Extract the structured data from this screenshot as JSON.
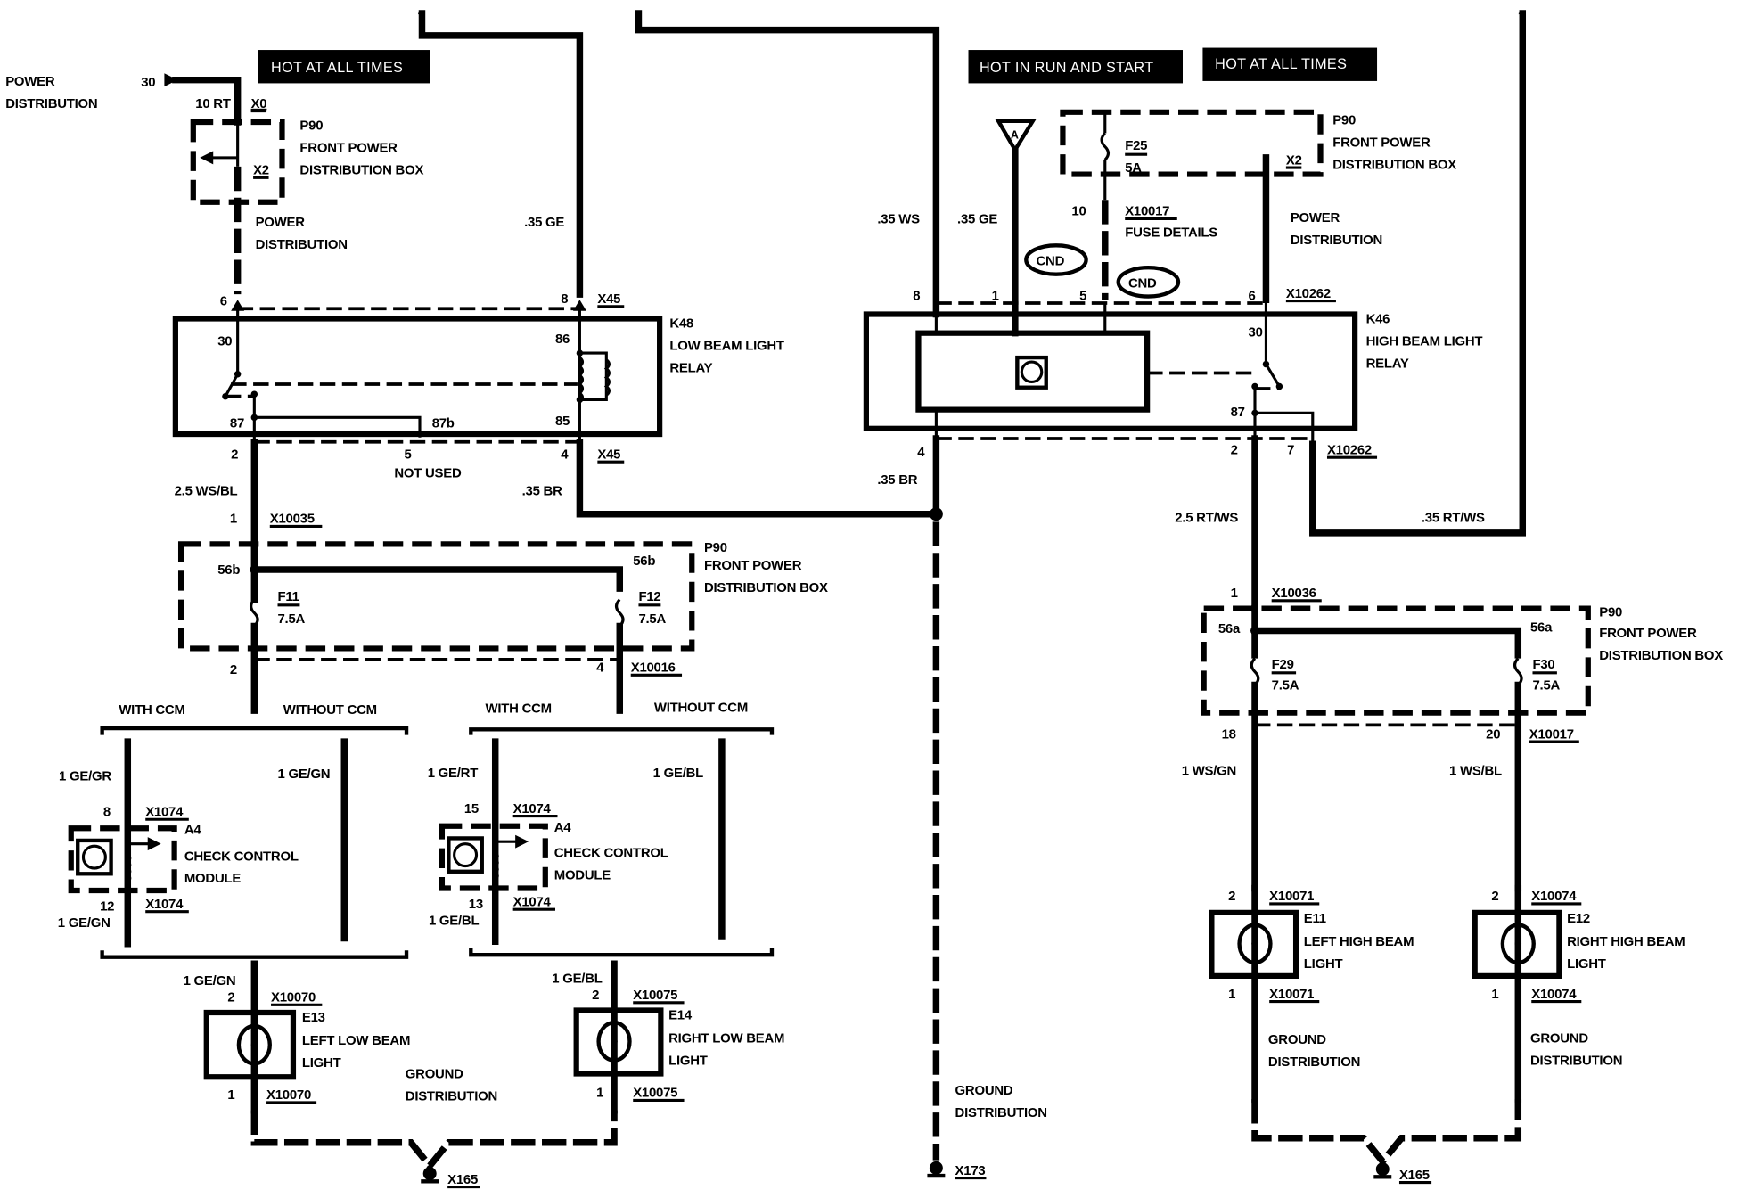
{
  "banners": {
    "left_hot": "HOT AT ALL TIMES",
    "run_start": "HOT IN RUN AND START",
    "right_hot": "HOT AT ALL TIMES"
  },
  "power_in": {
    "label_line1": "POWER",
    "label_line2": "DISTRIBUTION",
    "terminal": "30",
    "wire": "10 RT",
    "connector": "X0"
  },
  "p90_top_left": {
    "id": "P90",
    "line1": "FRONT POWER",
    "line2": "DISTRIBUTION BOX",
    "connector": "X2",
    "below_line1": "POWER",
    "below_line2": "DISTRIBUTION"
  },
  "k48": {
    "id": "K48",
    "line1": "LOW BEAM LIGHT",
    "line2": "RELAY",
    "pin_top_left": "6",
    "pin_top_right": "8",
    "conn_top": "X45",
    "t30": "30",
    "t86": "86",
    "t87": "87",
    "t87b": "87b",
    "t85": "85",
    "pin_bot_left": "2",
    "pin_bot_mid": "5",
    "not_used": "NOT USED",
    "pin_bot_right": "4",
    "conn_bot": "X45",
    "wire_in": ".35 GE",
    "wire_out": ".35 BR"
  },
  "low_feed": {
    "wire": "2.5 WS/BL",
    "pin": "1",
    "connector": "X10035"
  },
  "p90_low": {
    "id": "P90",
    "line1": "FRONT POWER",
    "line2": "DISTRIBUTION BOX",
    "t_left": "56b",
    "t_right": "56b",
    "f_left": "F11",
    "f_left_amp": "7.5A",
    "f_right": "F12",
    "f_right_amp": "7.5A",
    "pin_left": "2",
    "pin_right": "4",
    "connector": "X10016"
  },
  "ccm_left": {
    "with": "WITH CCM",
    "without": "WITHOUT CCM",
    "wire_with": "1 GE/GR",
    "wire_without": "1 GE/GN",
    "pin_in": "8",
    "conn_in": "X1074",
    "id": "A4",
    "line1": "CHECK CONTROL",
    "line2": "MODULE",
    "pin_out": "12",
    "conn_out": "X1074",
    "wire_out": "1 GE/GN"
  },
  "ccm_right": {
    "with": "WITH CCM",
    "without": "WITHOUT CCM",
    "wire_with": "1 GE/RT",
    "wire_without": "1 GE/BL",
    "pin_in": "15",
    "conn_in": "X1074",
    "id": "A4",
    "line1": "CHECK CONTROL",
    "line2": "MODULE",
    "pin_out": "13",
    "conn_out": "X1074",
    "wire_out": "1 GE/BL"
  },
  "e13": {
    "wire": "1 GE/GN",
    "pin_top": "2",
    "conn": "X10070",
    "id": "E13",
    "line1": "LEFT LOW BEAM",
    "line2": "LIGHT",
    "pin_bot": "1",
    "conn_bot": "X10070"
  },
  "e14": {
    "wire": "1 GE/BL",
    "pin_top": "2",
    "conn": "X10075",
    "id": "E14",
    "line1": "RIGHT LOW BEAM",
    "line2": "LIGHT",
    "pin_bot": "1",
    "conn_bot": "X10075"
  },
  "ground_low": {
    "line1": "GROUND",
    "line2": "DISTRIBUTION",
    "ground": "X165"
  },
  "k46": {
    "id": "K46",
    "line1": "HIGH BEAM LIGHT",
    "line2": "RELAY",
    "wire_ws": ".35 WS",
    "wire_ge": ".35 GE",
    "pin8": "8",
    "pin1": "1",
    "pin5": "5",
    "pin6": "6",
    "conn_top": "X10262",
    "cnd1": "CND",
    "cnd2": "CND",
    "t30": "30",
    "t87": "87",
    "pin4": "4",
    "pin2": "2",
    "pin7": "7",
    "conn_bot": "X10262",
    "wire_br": ".35 BR",
    "wire_feed": "2.5 RT/WS",
    "wire_loop": ".35 RT/WS",
    "signal_a": "A"
  },
  "p90_top_right": {
    "id": "P90",
    "line1": "FRONT POWER",
    "line2": "DISTRIBUTION BOX",
    "fuse": "F25",
    "amp": "5A",
    "connector": "X2",
    "pin": "10",
    "conn_fuse": "X10017",
    "fuse_details": "FUSE DETAILS",
    "below_line1": "POWER",
    "below_line2": "DISTRIBUTION"
  },
  "ground_mid": {
    "line1": "GROUND",
    "line2": "DISTRIBUTION",
    "ground": "X173"
  },
  "high_feed": {
    "pin": "1",
    "connector": "X10036"
  },
  "p90_high": {
    "id": "P90",
    "line1": "FRONT POWER",
    "line2": "DISTRIBUTION BOX",
    "t_left": "56a",
    "t_right": "56a",
    "f_left": "F29",
    "f_left_amp": "7.5A",
    "f_right": "F30",
    "f_right_amp": "7.5A",
    "pin_left": "18",
    "pin_right": "20",
    "connector": "X10017",
    "wire_left": "1 WS/GN",
    "wire_right": "1 WS/BL"
  },
  "e11": {
    "pin_top": "2",
    "conn": "X10071",
    "id": "E11",
    "line1": "LEFT HIGH BEAM",
    "line2": "LIGHT",
    "pin_bot": "1",
    "conn_bot": "X10071",
    "g1": "GROUND",
    "g2": "DISTRIBUTION"
  },
  "e12": {
    "pin_top": "2",
    "conn": "X10074",
    "id": "E12",
    "line1": "RIGHT HIGH BEAM",
    "line2": "LIGHT",
    "pin_bot": "1",
    "conn_bot": "X10074",
    "g1": "GROUND",
    "g2": "DISTRIBUTION"
  },
  "ground_high": {
    "ground": "X165"
  }
}
